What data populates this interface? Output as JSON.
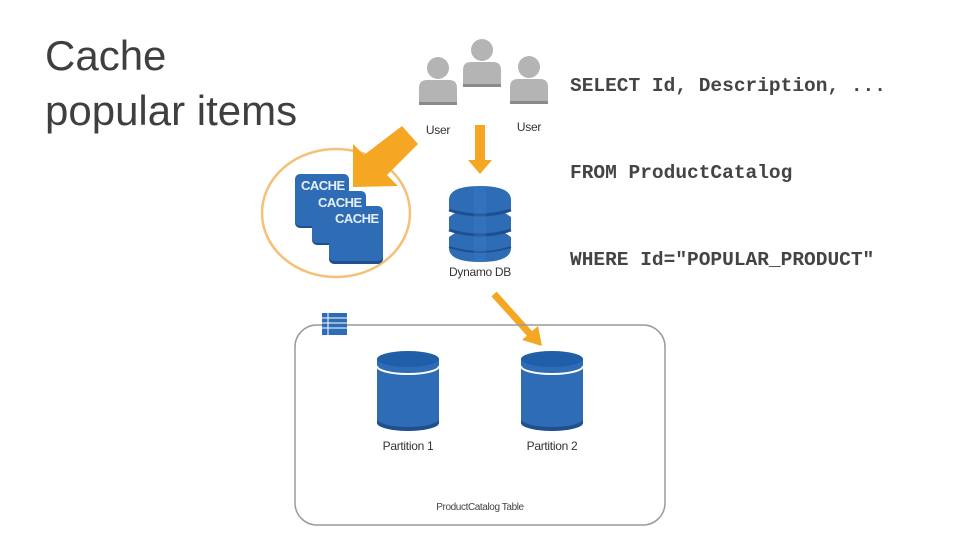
{
  "title": {
    "line1": "Cache",
    "line2": "popular items"
  },
  "query": {
    "lines": [
      "SELECT Id, Description, ...",
      "FROM ProductCatalog",
      "WHERE Id=\"POPULAR_PRODUCT\""
    ]
  },
  "users": [
    {
      "label": "User"
    },
    {
      "label": ""
    },
    {
      "label": "User"
    }
  ],
  "cache": {
    "cards": [
      "CACHE",
      "CACHE",
      "CACHE"
    ]
  },
  "dynamodb": {
    "label": "Dynamo DB"
  },
  "table": {
    "label": "ProductCatalog Table",
    "partitions": [
      {
        "label": "Partition 1"
      },
      {
        "label": "Partition 2"
      }
    ]
  },
  "colors": {
    "accent_orange": "#f5a623",
    "aws_blue": "#2e6db5",
    "aws_blue_dark": "#1f4f8f",
    "user_gray": "#b4b4b4",
    "text": "#3f3f3f"
  }
}
